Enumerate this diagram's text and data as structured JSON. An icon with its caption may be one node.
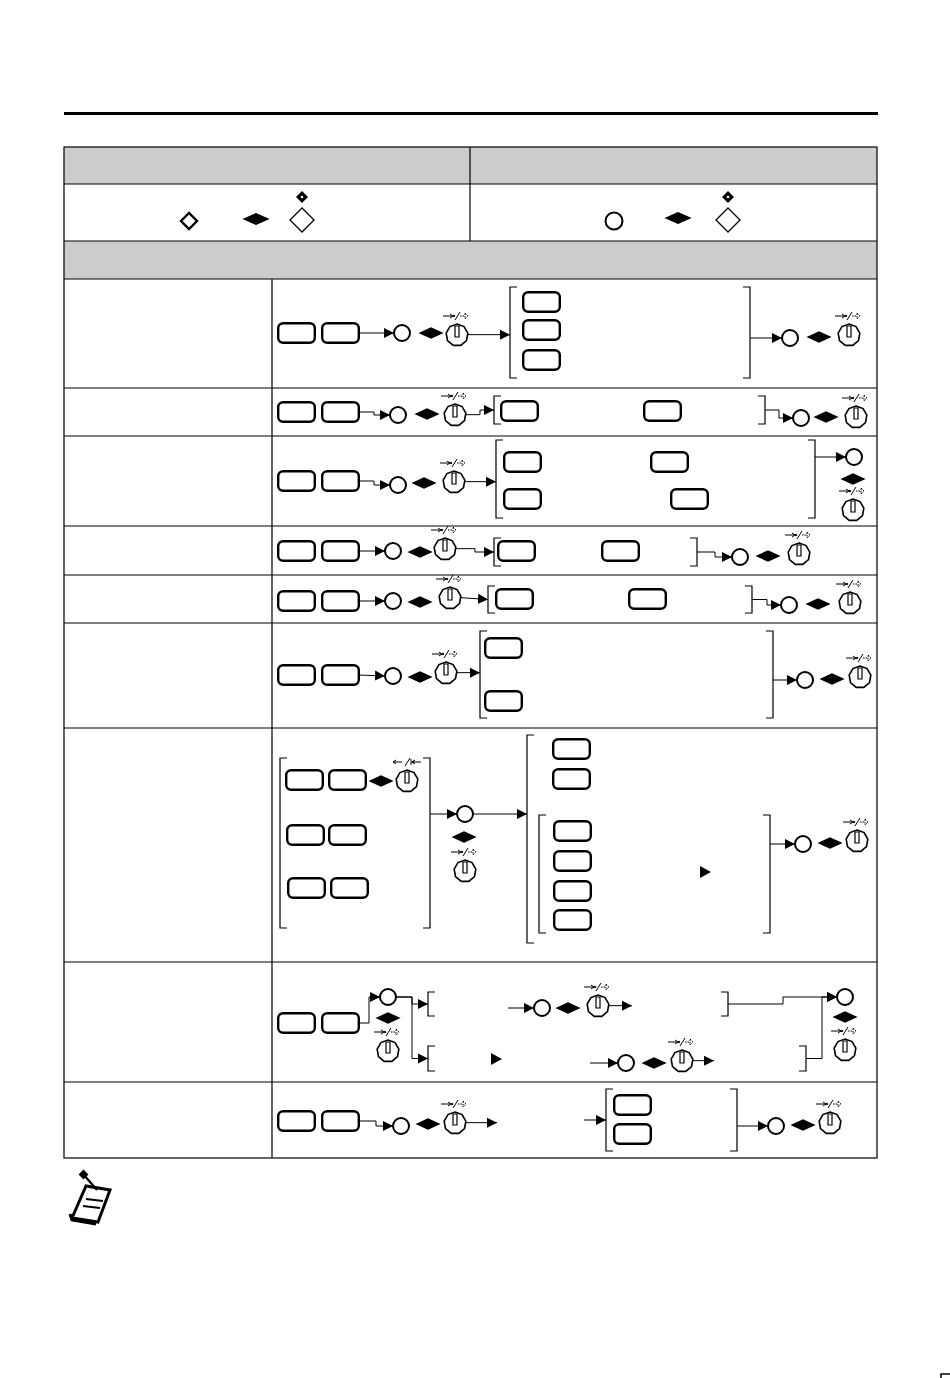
{
  "diagram": {
    "nodes": [
      {
        "text": [],
        "shape": "box"
      },
      {
        "text": [],
        "shape": "box"
      },
      {
        "text": [],
        "shape": "circle"
      },
      {
        "text": [],
        "shape": "dial"
      },
      {
        "text": [],
        "shape": "bracket"
      },
      {
        "text": [],
        "shape": "box",
        "in": 4
      },
      {
        "text": [],
        "shape": "box",
        "in": 4
      },
      {
        "text": [],
        "shape": "box",
        "in": 4
      },
      {
        "text": [],
        "shape": "circle"
      },
      {
        "text": [],
        "shape": "dial"
      },
      {
        "text": [],
        "shape": "box"
      },
      {
        "text": [],
        "shape": "box"
      },
      {
        "text": [],
        "shape": "circle"
      },
      {
        "text": [],
        "shape": "dial"
      },
      {
        "text": [],
        "shape": "bracket"
      },
      {
        "text": [],
        "shape": "box",
        "in": 14
      },
      {
        "text": [],
        "shape": "box",
        "in": 14
      },
      {
        "text": [],
        "shape": "circle"
      },
      {
        "text": [],
        "shape": "dial"
      },
      {
        "text": [],
        "shape": "box"
      },
      {
        "text": [],
        "shape": "box"
      },
      {
        "text": [],
        "shape": "circle"
      },
      {
        "text": [],
        "shape": "dial"
      },
      {
        "text": [],
        "shape": "bracket"
      },
      {
        "text": [],
        "shape": "box",
        "in": 23
      },
      {
        "text": [],
        "shape": "box",
        "in": 23
      },
      {
        "text": [],
        "shape": "box",
        "in": 23
      },
      {
        "text": [],
        "shape": "box",
        "in": 23
      },
      {
        "text": [],
        "shape": "circle"
      },
      {
        "text": [],
        "shape": "dial"
      },
      {
        "text": [],
        "shape": "box"
      },
      {
        "text": [],
        "shape": "box"
      },
      {
        "text": [],
        "shape": "circle"
      },
      {
        "text": [],
        "shape": "dial"
      },
      {
        "text": [],
        "shape": "bracket"
      },
      {
        "text": [],
        "shape": "box",
        "in": 34
      },
      {
        "text": [],
        "shape": "box",
        "in": 34
      },
      {
        "text": [],
        "shape": "circle"
      },
      {
        "text": [],
        "shape": "dial"
      },
      {
        "text": [],
        "shape": "box"
      },
      {
        "text": [],
        "shape": "box"
      },
      {
        "text": [],
        "shape": "circle"
      },
      {
        "text": [],
        "shape": "dial"
      },
      {
        "text": [],
        "shape": "bracket"
      },
      {
        "text": [],
        "shape": "box",
        "in": 43
      },
      {
        "text": [],
        "shape": "box",
        "in": 43
      },
      {
        "text": [],
        "shape": "circle"
      },
      {
        "text": [],
        "shape": "dial"
      },
      {
        "text": [],
        "shape": "box"
      },
      {
        "text": [],
        "shape": "box"
      },
      {
        "text": [],
        "shape": "circle"
      },
      {
        "text": [],
        "shape": "dial"
      },
      {
        "text": [],
        "shape": "bracket"
      },
      {
        "text": [],
        "shape": "box",
        "in": 52
      },
      {
        "text": [],
        "shape": "box",
        "in": 52
      },
      {
        "text": [],
        "shape": "circle"
      },
      {
        "text": [],
        "shape": "dial"
      },
      {
        "text": [],
        "shape": "bracket"
      },
      {
        "text": [],
        "shape": "box",
        "in": 57
      },
      {
        "text": [],
        "shape": "box",
        "in": 57
      },
      {
        "text": [],
        "shape": "dial",
        "in": 57
      },
      {
        "text": [],
        "shape": "box",
        "in": 57
      },
      {
        "text": [],
        "shape": "box",
        "in": 57
      },
      {
        "text": [],
        "shape": "box",
        "in": 57
      },
      {
        "text": [],
        "shape": "box",
        "in": 57
      },
      {
        "text": [],
        "shape": "circle"
      },
      {
        "text": [],
        "shape": "dial"
      },
      {
        "text": [],
        "shape": "bracket"
      },
      {
        "text": [],
        "shape": "box",
        "in": 67
      },
      {
        "text": [],
        "shape": "box",
        "in": 67
      },
      {
        "text": [],
        "shape": "bracket",
        "in": 67
      },
      {
        "text": [],
        "shape": "box",
        "in": 70
      },
      {
        "text": [],
        "shape": "box",
        "in": 70
      },
      {
        "text": [],
        "shape": "box",
        "in": 70
      },
      {
        "text": [],
        "shape": "box",
        "in": 70
      },
      {
        "text": [],
        "shape": "circle"
      },
      {
        "text": [],
        "shape": "dial"
      },
      {
        "text": [],
        "shape": "box"
      },
      {
        "text": [],
        "shape": "box"
      },
      {
        "text": [],
        "shape": "circle"
      },
      {
        "text": [],
        "shape": "dial"
      },
      {
        "text": [],
        "shape": "bracket"
      },
      {
        "text": [],
        "shape": "circle",
        "in": 81
      },
      {
        "text": [],
        "shape": "dial",
        "in": 81
      },
      {
        "text": [],
        "shape": "bracket"
      },
      {
        "text": [],
        "shape": "circle",
        "in": 84
      },
      {
        "text": [],
        "shape": "dial",
        "in": 84
      },
      {
        "text": [],
        "shape": "circle"
      },
      {
        "text": [],
        "shape": "dial"
      },
      {
        "text": [],
        "shape": "box"
      },
      {
        "text": [],
        "shape": "box"
      },
      {
        "text": [],
        "shape": "circle"
      },
      {
        "text": [],
        "shape": "dial"
      },
      {
        "text": [],
        "shape": "bracket"
      },
      {
        "text": [],
        "shape": "box",
        "in": 93
      },
      {
        "text": [],
        "shape": "box",
        "in": 93
      },
      {
        "text": [],
        "shape": "circle"
      },
      {
        "text": [],
        "shape": "dial"
      }
    ],
    "edges": [
      {
        "from": 1,
        "to": 2,
        "arrow": "to"
      },
      {
        "from": 3,
        "to": 4,
        "arrow": "to"
      },
      {
        "from": 4,
        "to": 8,
        "arrow": "to"
      },
      {
        "from": 11,
        "to": 12,
        "arrow": "to"
      },
      {
        "from": 13,
        "to": 14,
        "arrow": "to"
      },
      {
        "from": 14,
        "to": 17,
        "arrow": "to"
      },
      {
        "from": 20,
        "to": 21,
        "arrow": "to"
      },
      {
        "from": 22,
        "to": 23,
        "arrow": "to"
      },
      {
        "from": 23,
        "to": 28,
        "arrow": "to"
      },
      {
        "from": 31,
        "to": 32,
        "arrow": "to"
      },
      {
        "from": 33,
        "to": 34,
        "arrow": "to"
      },
      {
        "from": 34,
        "to": 37,
        "arrow": "to"
      },
      {
        "from": 40,
        "to": 41,
        "arrow": "to"
      },
      {
        "from": 42,
        "to": 43,
        "arrow": "to"
      },
      {
        "from": 43,
        "to": 46,
        "arrow": "to"
      },
      {
        "from": 49,
        "to": 50,
        "arrow": "to"
      },
      {
        "from": 51,
        "to": 52,
        "arrow": "to"
      },
      {
        "from": 52,
        "to": 55,
        "arrow": "to"
      },
      {
        "from": 57,
        "to": 65,
        "arrow": "to"
      },
      {
        "from": 65,
        "to": 67,
        "arrow": "to"
      },
      {
        "from": 70,
        "to": 75,
        "arrow": "to"
      },
      {
        "from": 78,
        "to": 79,
        "arrow": "to"
      },
      {
        "from": 79,
        "to": 81,
        "arrow": "to"
      },
      {
        "from": 79,
        "to": 84,
        "arrow": "to"
      },
      {
        "from": null,
        "to": 82,
        "arrow": "to"
      },
      {
        "from": 83,
        "to": null,
        "arrow": "to"
      },
      {
        "from": null,
        "to": 85,
        "arrow": "to"
      },
      {
        "from": 86,
        "to": null,
        "arrow": "to"
      },
      {
        "from": 81,
        "to": 87,
        "arrow": "to"
      },
      {
        "from": 84,
        "to": 87,
        "arrow": "to"
      },
      {
        "from": 90,
        "to": 91,
        "arrow": "to"
      },
      {
        "from": 92,
        "to": null,
        "arrow": "to"
      },
      {
        "from": null,
        "to": 93,
        "arrow": "to"
      },
      {
        "from": 93,
        "to": 96,
        "arrow": "to"
      }
    ]
  }
}
